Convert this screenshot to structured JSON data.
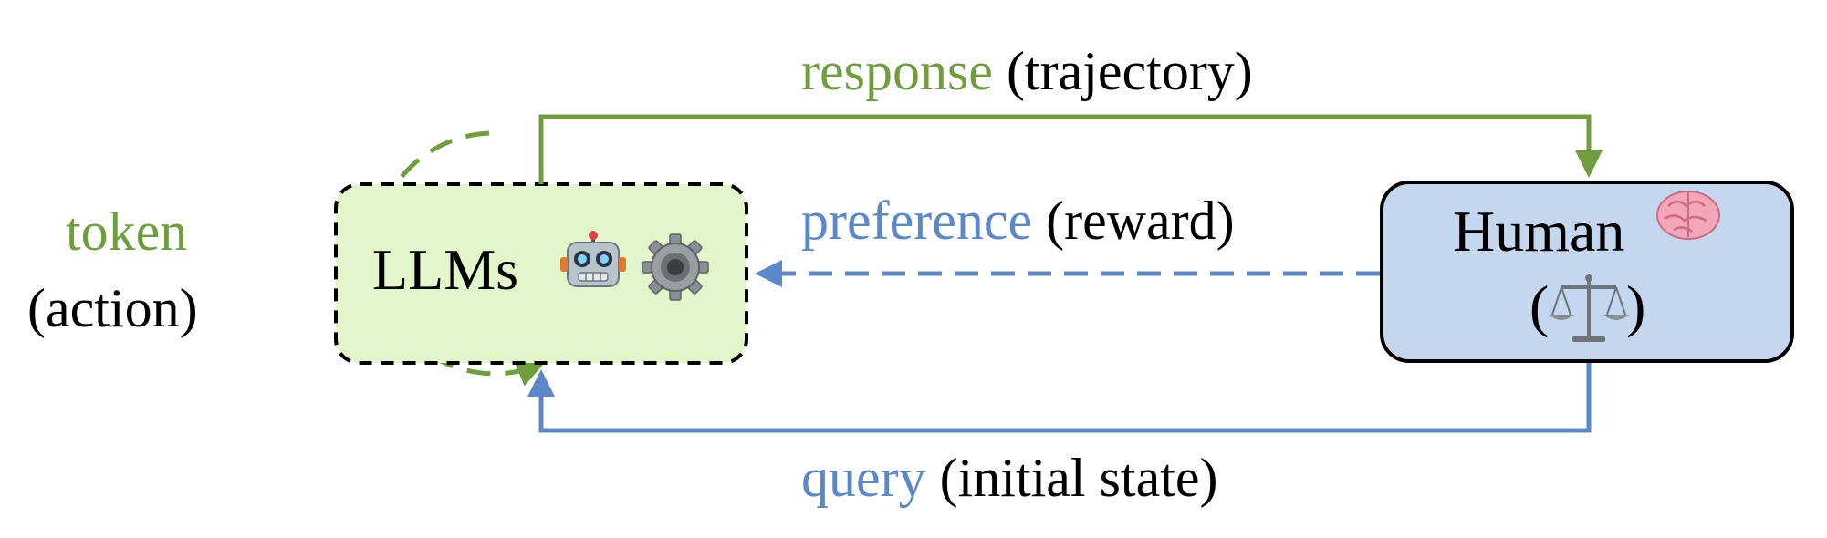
{
  "colors": {
    "green": "#6f9f3c",
    "blue": "#5b88c8",
    "llm_fill": "#e2f5cb",
    "human_fill": "#c5d7ef",
    "text": "#000000"
  },
  "labels": {
    "response_word": "response",
    "response_paren": "(trajectory)",
    "preference_word": "preference",
    "preference_paren": "(reward)",
    "query_word": "query",
    "query_paren": "(initial state)",
    "token_word": "token",
    "token_paren": "(action)"
  },
  "nodes": {
    "llm": {
      "text": "LLMs",
      "icons": [
        "robot-icon",
        "gear-icon"
      ]
    },
    "human": {
      "text": "Human",
      "paren_open": "(",
      "paren_close": ")",
      "icons": [
        "brain-icon",
        "scales-icon"
      ]
    }
  }
}
